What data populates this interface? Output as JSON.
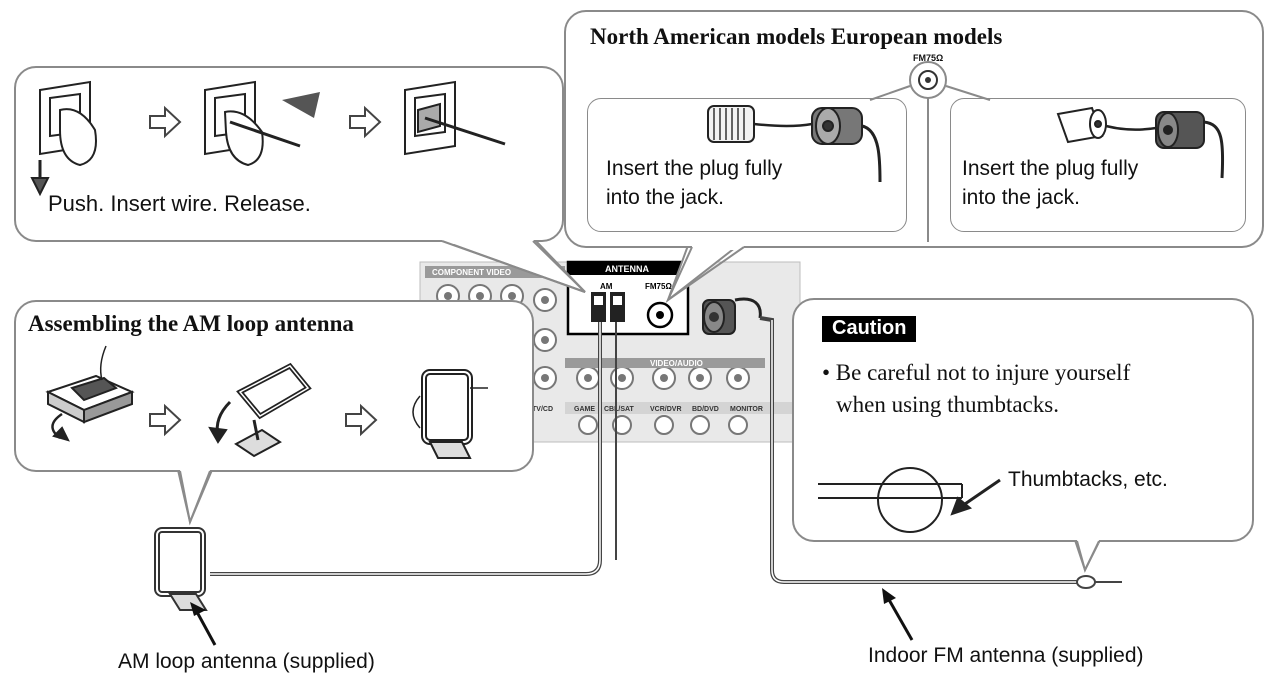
{
  "wire_panel": {
    "caption": "Push. Insert wire. Release."
  },
  "fm_panel": {
    "heading": "North American models European models",
    "jack_label": "FM75Ω",
    "left_caption_line1": "Insert the plug fully",
    "left_caption_line2": "into the jack.",
    "right_caption_line1": "Insert the plug fully",
    "right_caption_line2": "into the jack."
  },
  "am_panel": {
    "heading": "Assembling the AM loop antenna"
  },
  "caution_panel": {
    "badge": "Caution",
    "bullet_line1": "• Be careful not to injure yourself",
    "bullet_line2": "when using thumbtacks.",
    "thumbtack_label": "Thumbtacks, etc."
  },
  "receiver": {
    "antenna_header": "ANTENNA",
    "am_label": "AM",
    "fm_label": "FM75Ω",
    "section_label": "VIDEO/AUDIO",
    "component_label": "COMPONENT VIDEO",
    "input_labels": [
      "TV/CD",
      "GAME",
      "CBL/SAT",
      "VCR/DVR",
      "BD/DVD",
      "MONITOR"
    ]
  },
  "labels": {
    "am_antenna": "AM loop antenna (supplied)",
    "fm_antenna": "Indoor FM antenna (supplied)"
  },
  "colors": {
    "outline": "#8a8a8a",
    "ink": "#111111",
    "receiver_shade": "#e6e6e6",
    "arrow_fill": "#555555"
  }
}
